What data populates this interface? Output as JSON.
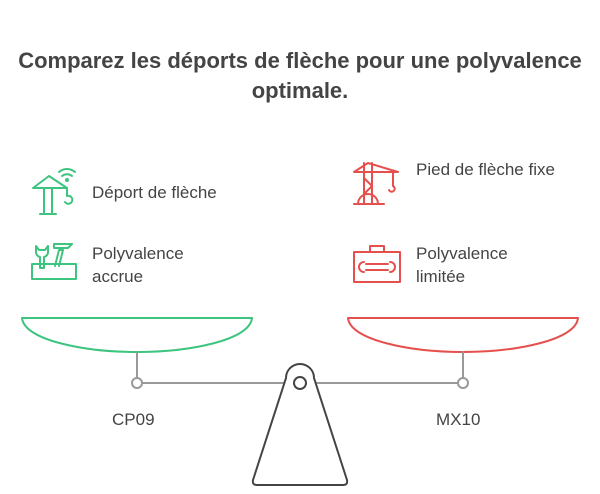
{
  "title": "Comparez les déports de flèche pour une polyvalence optimale.",
  "left": {
    "name": "CP09",
    "items": [
      {
        "label": "Déport de flèche",
        "icon": "luffing-crane-icon"
      },
      {
        "label": "Polyvalence accrue",
        "icon": "toolbox-icon"
      }
    ],
    "color": "#3dc47e"
  },
  "right": {
    "name": "MX10",
    "items": [
      {
        "label": "Pied de flèche fixe",
        "icon": "tower-crane-icon"
      },
      {
        "label": "Polyvalence limitée",
        "icon": "wrench-case-icon"
      }
    ],
    "color": "#e5504d"
  }
}
